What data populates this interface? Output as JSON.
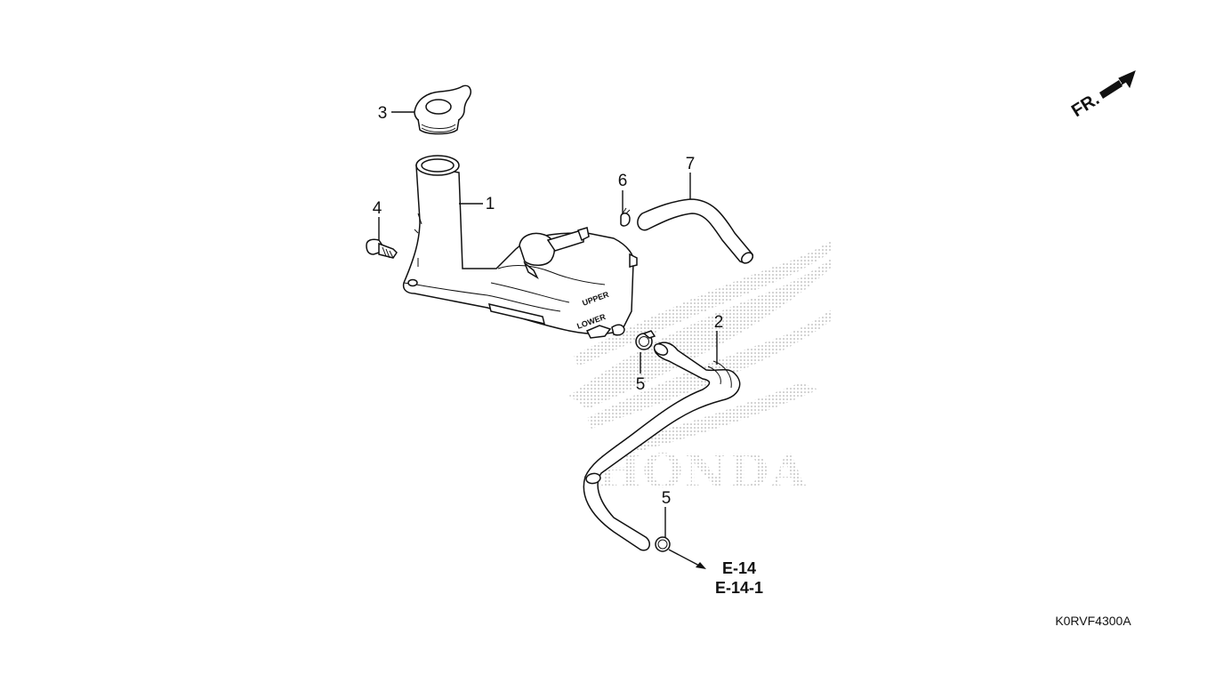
{
  "callouts": [
    {
      "id": "1",
      "label": "1"
    },
    {
      "id": "2",
      "label": "2"
    },
    {
      "id": "3",
      "label": "3"
    },
    {
      "id": "4",
      "label": "4"
    },
    {
      "id": "5a",
      "label": "5"
    },
    {
      "id": "5b",
      "label": "5"
    },
    {
      "id": "6",
      "label": "6"
    },
    {
      "id": "7",
      "label": "7"
    }
  ],
  "crossref": {
    "line1": "E-14",
    "line2": "E-14-1"
  },
  "front_indicator": "FR.",
  "diagram_code": "K0RVF4300A",
  "watermark_text": "HONDA",
  "tank_markings": {
    "upper": "UPPER",
    "lower": "LOWER"
  },
  "colors": {
    "line": "#111111",
    "watermark": "#9a9a9a",
    "background": "#ffffff"
  }
}
